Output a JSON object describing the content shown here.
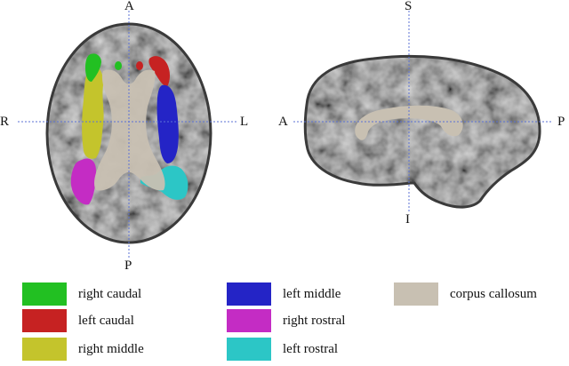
{
  "axial": {
    "orientation": {
      "top": "A",
      "bottom": "P",
      "left": "R",
      "right": "L"
    }
  },
  "sagittal": {
    "orientation": {
      "top": "S",
      "bottom": "I",
      "left": "A",
      "right": "P"
    }
  },
  "legend": [
    {
      "id": "right-caudal",
      "label": "right caudal",
      "color": "#22c022"
    },
    {
      "id": "left-caudal",
      "label": "left caudal",
      "color": "#c62222"
    },
    {
      "id": "right-middle",
      "label": "right middle",
      "color": "#c4c42c"
    },
    {
      "id": "left-middle",
      "label": "left middle",
      "color": "#2424c6"
    },
    {
      "id": "right-rostral",
      "label": "right rostral",
      "color": "#c42cc4"
    },
    {
      "id": "left-rostral",
      "label": "left rostral",
      "color": "#2cc6c6"
    },
    {
      "id": "corpus-callosum",
      "label": "corpus callosum",
      "color": "#c8c0b2"
    }
  ],
  "colors": {
    "crosshair": "#5b72d6",
    "background": "#ffffff"
  }
}
